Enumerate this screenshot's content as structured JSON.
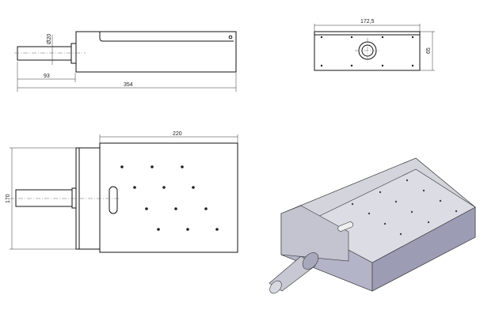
{
  "drawing": {
    "side_view": {
      "shaft_diameter": "Ø20",
      "shaft_length": "93",
      "overall_length": "354"
    },
    "front_view": {
      "width": "172,5",
      "height": "65"
    },
    "top_view": {
      "plate_length": "220",
      "width": "170"
    },
    "iso_view": {
      "face_top": "#d4d4dc",
      "face_front": "#b0b0c4",
      "face_side": "#9c9cb4"
    }
  }
}
